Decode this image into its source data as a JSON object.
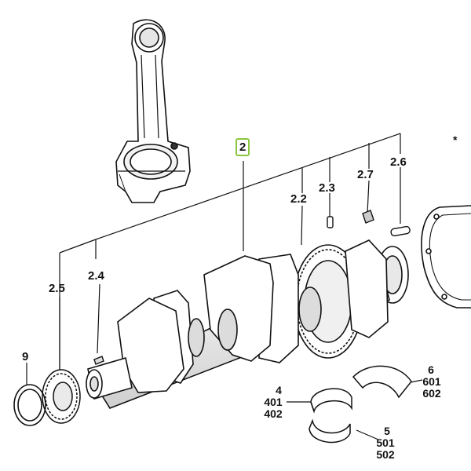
{
  "diagram": {
    "selected_part": "2",
    "corner_mark": "*",
    "callouts": {
      "c2": "2",
      "c2_2": "2.2",
      "c2_3": "2.3",
      "c2_7": "2.7",
      "c2_6": "2.6",
      "c2_5": "2.5",
      "c2_4": "2.4",
      "c9": "9",
      "c4": "4",
      "c401": "401",
      "c402": "402",
      "c5": "5",
      "c501": "501",
      "c502": "502",
      "c6": "6",
      "c601": "601",
      "c602": "602"
    },
    "colors": {
      "line": "#111111",
      "fill": "#ffffff",
      "shade": "#d9d9d9",
      "highlight_border": "#8cc63f"
    }
  }
}
